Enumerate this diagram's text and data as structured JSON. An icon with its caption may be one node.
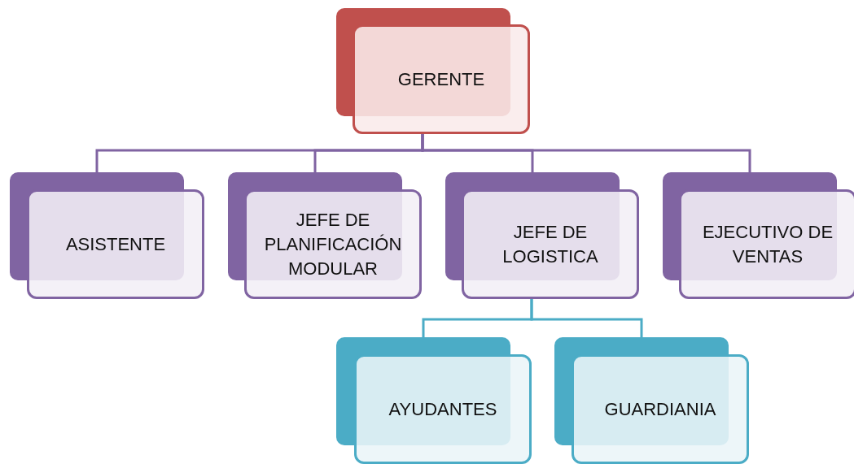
{
  "diagram": {
    "nodes": [
      {
        "text": [
          "GERENTE"
        ]
      },
      {
        "text": [
          "ASISTENTE"
        ]
      },
      {
        "text": [
          "JEFE DE PLANIFICACIÓN MODULAR"
        ]
      },
      {
        "text": [
          "JEFE DE LOGISTICA"
        ]
      },
      {
        "text": [
          "EJECUTIVO DE VENTAS"
        ]
      },
      {
        "text": [
          "AYUDANTES"
        ]
      },
      {
        "text": [
          "GUARDIANIA"
        ]
      }
    ],
    "edges": [
      {
        "from": 0,
        "to": 1,
        "arrow": "none"
      },
      {
        "from": 0,
        "to": 2,
        "arrow": "none"
      },
      {
        "from": 0,
        "to": 3,
        "arrow": "none"
      },
      {
        "from": 0,
        "to": 4,
        "arrow": "none"
      },
      {
        "from": 3,
        "to": 5,
        "arrow": "none",
        "color": "#4bacc6"
      },
      {
        "from": 3,
        "to": 6,
        "arrow": "none",
        "color": "#4bacc6"
      }
    ]
  }
}
